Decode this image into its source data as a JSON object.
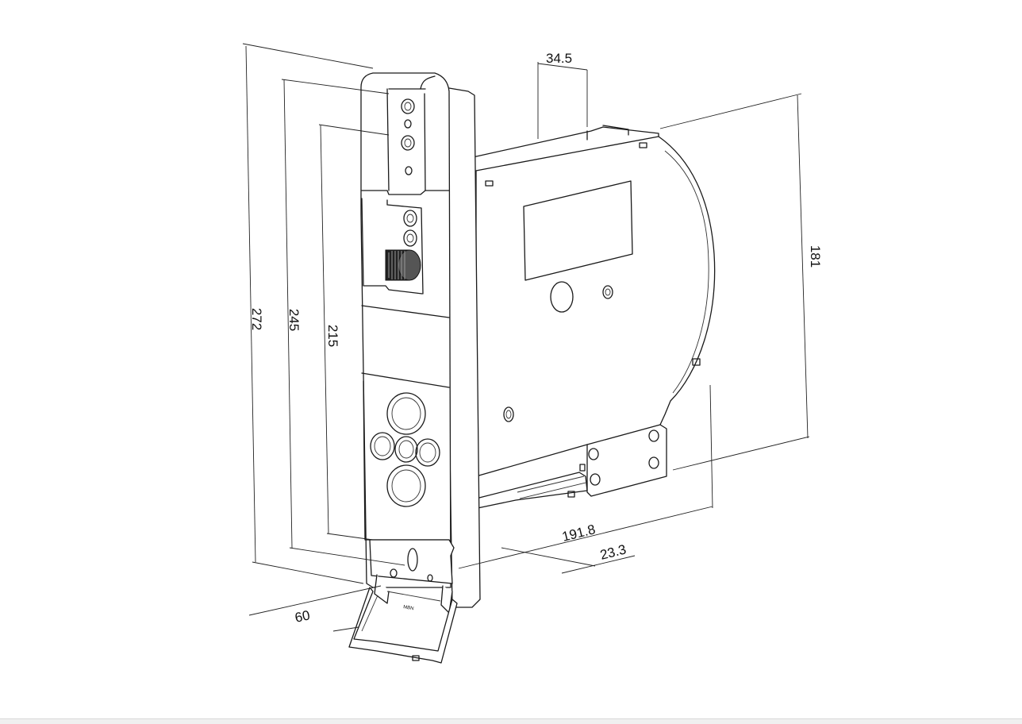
{
  "dimensions": [
    {
      "id": "depth_top",
      "label": "34.5"
    },
    {
      "id": "height_housing",
      "label": "181"
    },
    {
      "id": "height_overall",
      "label": "272"
    },
    {
      "id": "height_mid",
      "label": "245"
    },
    {
      "id": "height_inner",
      "label": "215"
    },
    {
      "id": "length_depth",
      "label": "191.8"
    },
    {
      "id": "offset",
      "label": "23.3"
    },
    {
      "id": "width",
      "label": "60"
    }
  ],
  "plate_marking": "MBN"
}
